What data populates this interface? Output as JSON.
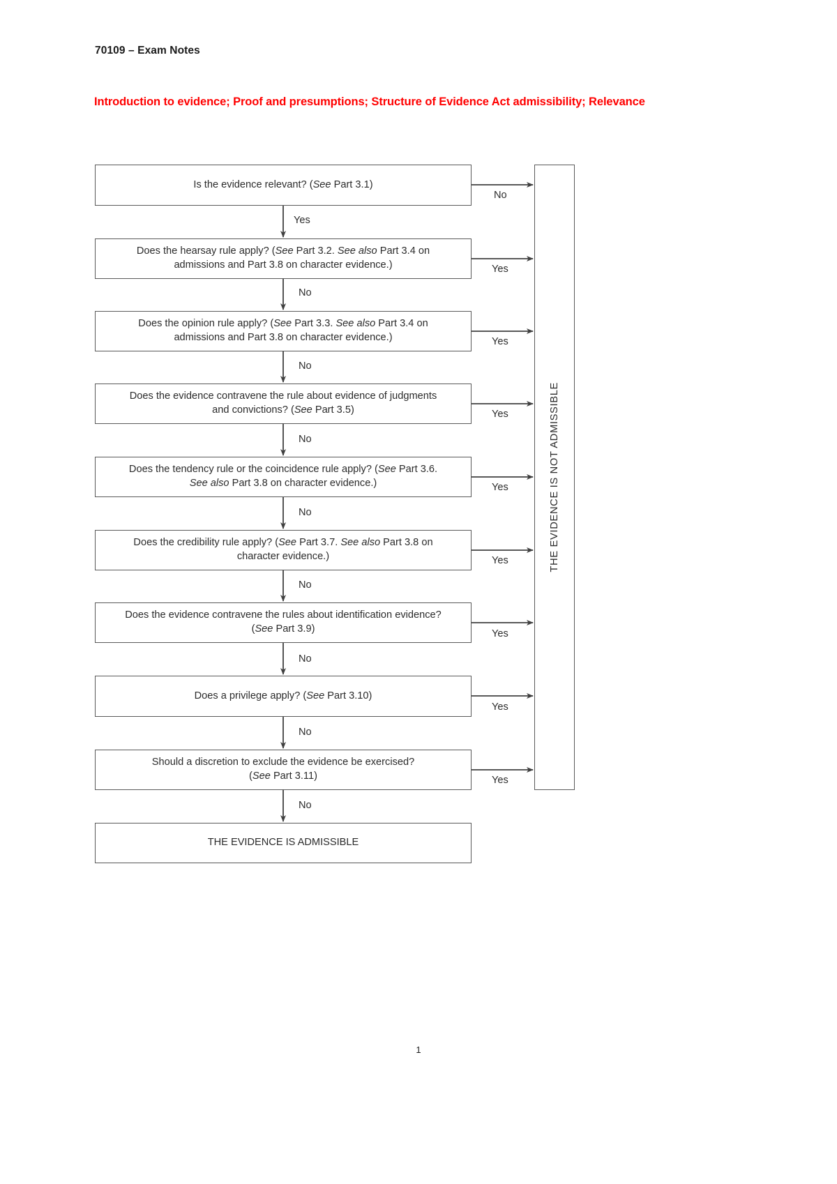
{
  "document": {
    "header": "70109 – Exam Notes",
    "heading": "Introduction to evidence;  Proof and presumptions;  Structure of Evidence Act admissibility; Relevance",
    "heading_color": "#ff0000",
    "page_number": "1"
  },
  "flowchart": {
    "type": "decision-flowchart",
    "terminal_not_admissible": "THE EVIDENCE IS NOT ADMISSIBLE",
    "terminal_admissible": "THE EVIDENCE IS ADMISSIBLE",
    "nodes": [
      {
        "id": "relevance",
        "line1_pre": "Is the evidence relevant? (",
        "line1_it": "See",
        "line1_post": " Part 3.1)",
        "line2_pre": "",
        "line2_it": "",
        "line2_post": "",
        "down_label": "Yes",
        "side_label": "No"
      },
      {
        "id": "hearsay",
        "line1_pre": "Does the hearsay rule apply? (",
        "line1_it": "See",
        "line1_post": " Part 3.2. ",
        "line1_it2": "See also",
        "line1_post2": " Part 3.4 on",
        "line2_pre": "admissions and Part 3.8 on character evidence.)",
        "down_label": "No",
        "side_label": "Yes"
      },
      {
        "id": "opinion",
        "line1_pre": "Does the opinion rule apply? (",
        "line1_it": "See",
        "line1_post": " Part 3.3. ",
        "line1_it2": "See also",
        "line1_post2": " Part 3.4 on",
        "line2_pre": "admissions and Part 3.8 on character evidence.)",
        "down_label": "No",
        "side_label": "Yes"
      },
      {
        "id": "judgments-convictions",
        "line1_pre": "Does the evidence contravene the rule about evidence of judgments",
        "line2_pre": "and convictions? (",
        "line2_it": "See",
        "line2_post": " Part 3.5)",
        "down_label": "No",
        "side_label": "Yes"
      },
      {
        "id": "tendency-coincidence",
        "line1_pre": "Does the tendency rule or the coincidence rule apply? (",
        "line1_it": "See",
        "line1_post": " Part 3.6.",
        "line2_it": "See also",
        "line2_post": " Part 3.8 on character evidence.)",
        "down_label": "No",
        "side_label": "Yes"
      },
      {
        "id": "credibility",
        "line1_pre": "Does the credibility rule apply? (",
        "line1_it": "See",
        "line1_post": " Part 3.7. ",
        "line1_it2": "See also",
        "line1_post2": " Part 3.8 on",
        "line2_pre": "character evidence.)",
        "down_label": "No",
        "side_label": "Yes"
      },
      {
        "id": "identification",
        "line1_pre": "Does the evidence contravene the rules about identification evidence?",
        "line2_pre": "(",
        "line2_it": "See",
        "line2_post": " Part 3.9)",
        "down_label": "No",
        "side_label": "Yes"
      },
      {
        "id": "privilege",
        "line1_pre": "Does a privilege apply? (",
        "line1_it": "See",
        "line1_post": " Part 3.10)",
        "down_label": "No",
        "side_label": "Yes"
      },
      {
        "id": "discretion",
        "line1_pre": "Should a discretion to exclude the evidence be exercised?",
        "line2_pre": "(",
        "line2_it": "See",
        "line2_post": " Part 3.11)",
        "down_label": "No",
        "side_label": "Yes"
      }
    ]
  }
}
